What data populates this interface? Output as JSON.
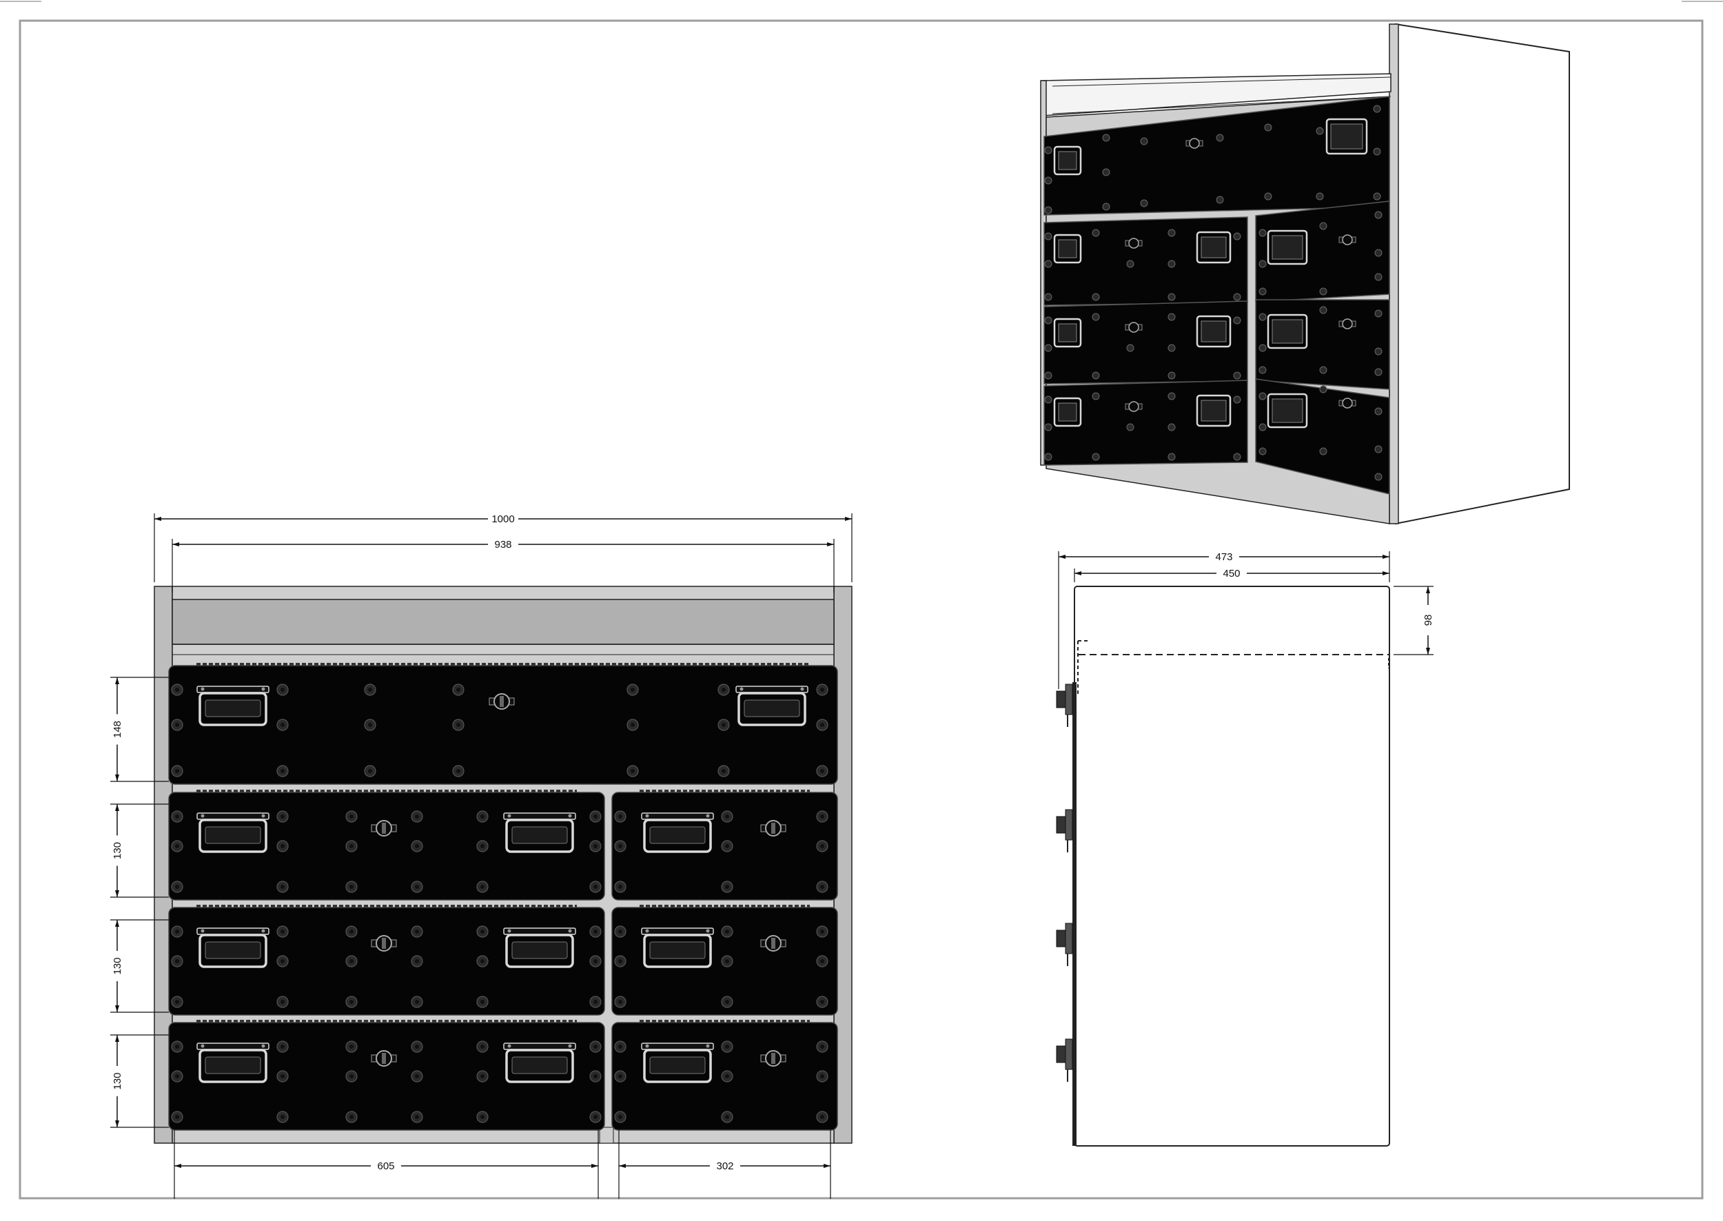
{
  "front_view": {
    "overall_width": "1000",
    "inner_width": "938",
    "drawer_heights": [
      "148",
      "130",
      "130",
      "130"
    ],
    "large_drawer_width": "605",
    "small_drawer_width": "302"
  },
  "side_view": {
    "overall_depth": "473",
    "inner_depth": "450",
    "top_offset": "98"
  },
  "colors": {
    "drawer_fill": "#050505",
    "frame_fill": "#bdbdbd",
    "top_panel_fill": "#b0b0b0",
    "side_panel_fill": "#ffffff",
    "handle": "#d9d9d9",
    "bolt": "#2a2a2a",
    "dimension_line": "#111111",
    "sheet_border": "#9e9e9e"
  }
}
